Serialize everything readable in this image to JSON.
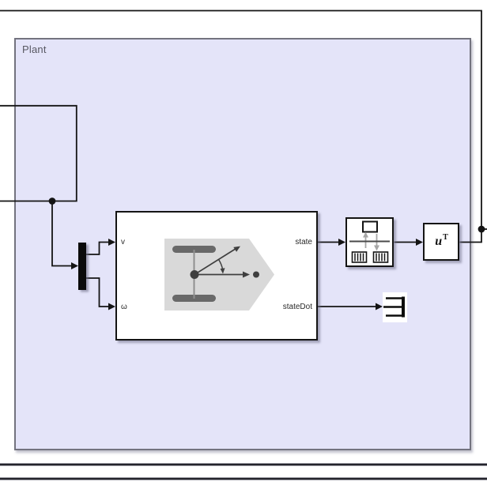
{
  "area": {
    "label": "Plant"
  },
  "vehicle_block": {
    "port_v": "v",
    "port_omega": "ω",
    "port_state": "state",
    "port_statedot": "stateDot"
  },
  "transpose_block": {
    "base": "u",
    "sup": "T"
  },
  "colors": {
    "area_fill": "#e4e4f9",
    "area_border": "#73737f",
    "wire": "#141414",
    "block_border": "#141414",
    "icon_light_gray": "#d9d9d9",
    "icon_dark_gray": "#696969",
    "icon_arrow_gray": "#a6a6a6"
  }
}
